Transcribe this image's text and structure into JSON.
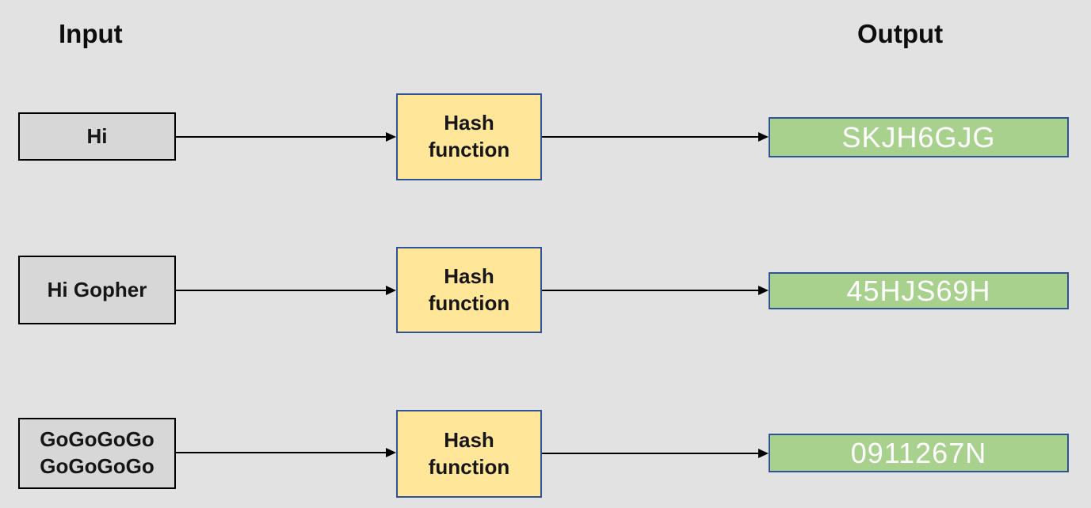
{
  "diagram": {
    "title": "hash-function-diagram",
    "headers": {
      "input": "Input",
      "output": "Output"
    },
    "rows": [
      {
        "input": "Hi",
        "hash": "Hash function",
        "output": "SKJH6GJG"
      },
      {
        "input": "Hi Gopher",
        "hash": "Hash function",
        "output": "45HJS69H"
      },
      {
        "input": "GoGoGoGo GoGoGoGo",
        "hash": "Hash function",
        "output": "0911267N"
      }
    ],
    "colors": {
      "background": "#e2e2e2",
      "input_box_fill": "#d7d7d7",
      "input_box_border": "#000000",
      "hash_box_fill": "#ffe699",
      "hash_box_border": "#2f5496",
      "output_box_fill": "#a9d18e",
      "output_box_border": "#2f5496",
      "output_text": "#ffffff",
      "arrow": "#000000"
    }
  }
}
